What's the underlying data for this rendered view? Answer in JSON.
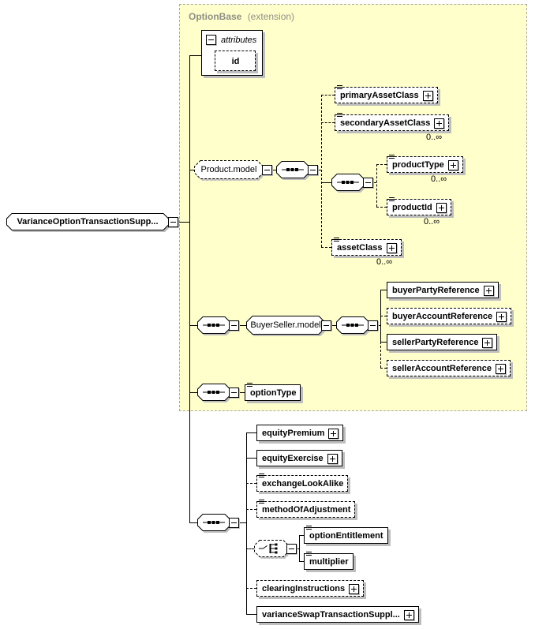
{
  "container": {
    "title": "OptionBase",
    "subtitle": "(extension)"
  },
  "root": {
    "label": "VarianceOptionTransactionSupp..."
  },
  "attributes": {
    "header": "attributes",
    "items": [
      {
        "label": "id"
      }
    ]
  },
  "groups": {
    "product": {
      "label": "Product.model"
    },
    "buyerSeller": {
      "label": "BuyerSeller.model"
    }
  },
  "elements": {
    "primaryAssetClass": {
      "label": "primaryAssetClass"
    },
    "secondaryAssetClass": {
      "label": "secondaryAssetClass",
      "occurrence": "0..∞"
    },
    "productType": {
      "label": "productType",
      "occurrence": "0..∞"
    },
    "productId": {
      "label": "productId",
      "occurrence": "0..∞"
    },
    "assetClass": {
      "label": "assetClass",
      "occurrence": "0..∞"
    },
    "buyerPartyReference": {
      "label": "buyerPartyReference"
    },
    "buyerAccountReference": {
      "label": "buyerAccountReference"
    },
    "sellerPartyReference": {
      "label": "sellerPartyReference"
    },
    "sellerAccountReference": {
      "label": "sellerAccountReference"
    },
    "optionType": {
      "label": "optionType"
    },
    "equityPremium": {
      "label": "equityPremium"
    },
    "equityExercise": {
      "label": "equityExercise"
    },
    "exchangeLookAlike": {
      "label": "exchangeLookAlike"
    },
    "methodOfAdjustment": {
      "label": "methodOfAdjustment"
    },
    "optionEntitlement": {
      "label": "optionEntitlement"
    },
    "multiplier": {
      "label": "multiplier"
    },
    "clearingInstructions": {
      "label": "clearingInstructions"
    },
    "varianceSwapTransactionSupplement": {
      "label": "varianceSwapTransactionSuppl..."
    }
  },
  "colors": {
    "region_background": "#FFFFCC",
    "region_border": "#A8A8A8",
    "region_title": "#8F8F87",
    "node_border": "#000000",
    "node_background": "#FFFFFF",
    "shadow": "#BEBEBE"
  }
}
